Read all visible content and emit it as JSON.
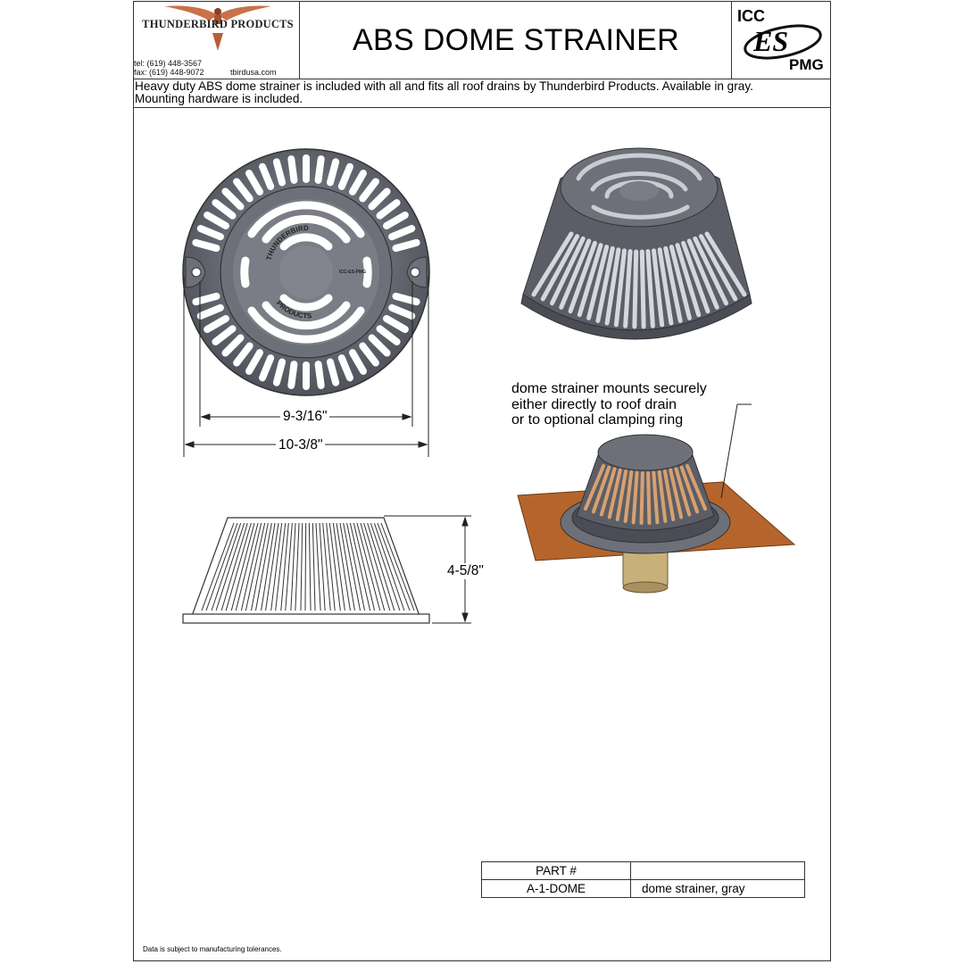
{
  "header": {
    "company": "THUNDERBIRD PRODUCTS",
    "tel": "tel:  (619) 448-3567",
    "fax": "fax:  (619) 448-9072",
    "website": "tbirdusa.com",
    "title": "ABS DOME STRAINER",
    "cert": {
      "top": "ICC",
      "mid": "ES",
      "bottom": "PMG"
    }
  },
  "description": {
    "line1": "Heavy duty ABS dome strainer is included with all and fits all roof drains by Thunderbird Products. Available in gray.",
    "line2": "Mounting hardware is included."
  },
  "top_view": {
    "stamp_upper": "THUNDERBIRD",
    "stamp_lower": "PRODUCTS",
    "stamp_side": "ICC-ES-PMG",
    "dim_inner": "9-3/16\"",
    "dim_outer": "10-3/8\""
  },
  "side_view": {
    "dim_height": "4-5/8\""
  },
  "note": {
    "line1": "dome strainer mounts securely",
    "line2": "either directly to roof drain",
    "line3": "or to optional clamping ring"
  },
  "part_table": {
    "header": "PART #",
    "header_desc": "",
    "rows": [
      {
        "part": "A-1-DOME",
        "desc": "dome strainer, gray"
      }
    ]
  },
  "footnote": "Data is subject to manufacturing tolerances.",
  "colors": {
    "strainer": "#5b5e66",
    "strainer_light": "#8d9098",
    "roof": "#b5652c",
    "pipe": "#c8b07a"
  }
}
